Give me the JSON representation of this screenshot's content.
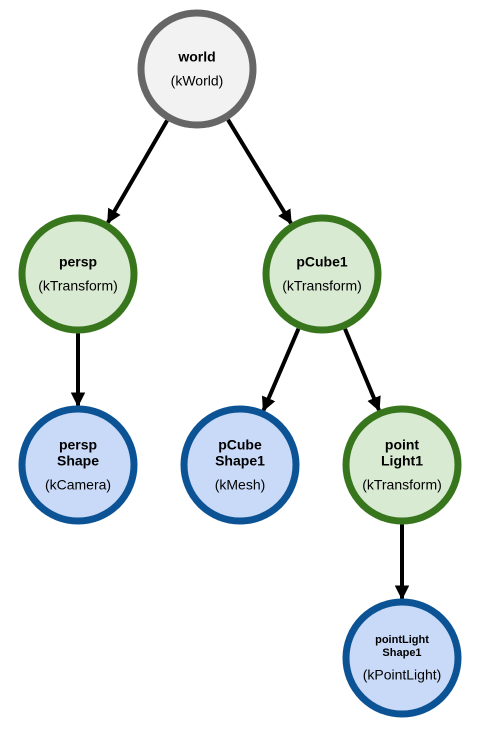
{
  "colors": {
    "world_fill": "#f2f2f2",
    "world_stroke": "#666666",
    "transform_fill": "#d9ead3",
    "transform_stroke": "#38761d",
    "shape_fill": "#c9daf8",
    "shape_stroke": "#0b5394",
    "edge": "#000000"
  },
  "nodes": {
    "world": {
      "name_lines": [
        "world"
      ],
      "type": "(kWorld)"
    },
    "persp": {
      "name_lines": [
        "persp"
      ],
      "type": "(kTransform)"
    },
    "pcube1": {
      "name_lines": [
        "pCube1"
      ],
      "type": "(kTransform)"
    },
    "perspshape": {
      "name_lines": [
        "persp",
        "Shape"
      ],
      "type": "(kCamera)"
    },
    "pcubeshape1": {
      "name_lines": [
        "pCube",
        "Shape1"
      ],
      "type": "(kMesh)"
    },
    "pointlight1": {
      "name_lines": [
        "point",
        "Light1"
      ],
      "type": "(kTransform)"
    },
    "pointlightshape1": {
      "name_lines": [
        "pointLight",
        "Shape1"
      ],
      "type": "(kPointLight)"
    }
  },
  "edges": [
    {
      "from": "world",
      "to": "persp"
    },
    {
      "from": "world",
      "to": "pcube1"
    },
    {
      "from": "persp",
      "to": "perspshape"
    },
    {
      "from": "pcube1",
      "to": "pcubeshape1"
    },
    {
      "from": "pcube1",
      "to": "pointlight1"
    },
    {
      "from": "pointlight1",
      "to": "pointlightshape1"
    }
  ]
}
